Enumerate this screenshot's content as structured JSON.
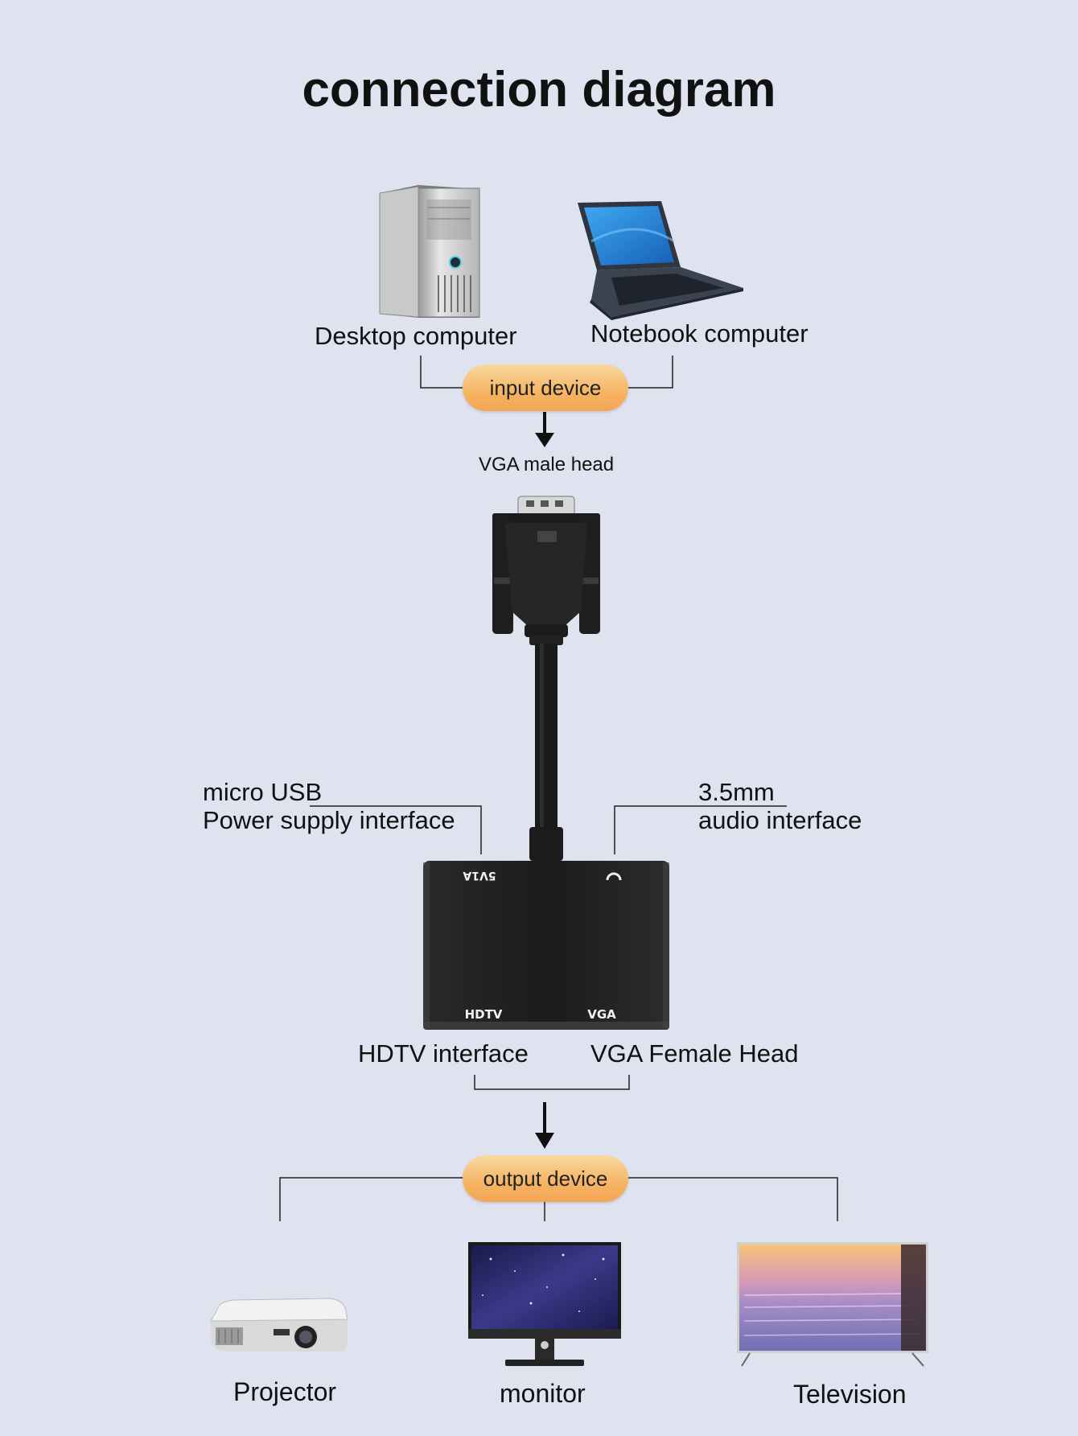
{
  "title": "connection diagram",
  "input": {
    "desktop_label": "Desktop computer",
    "notebook_label": "Notebook computer",
    "pill_label": "input device",
    "connector_label": "VGA male head"
  },
  "adapter": {
    "power_label_line1": "micro USB",
    "power_label_line2": "Power supply interface",
    "audio_label_line1": "3.5mm",
    "audio_label_line2": "audio interface",
    "port_label_power": "5V1A",
    "port_label_hdtv": "HDTV",
    "port_label_vga": "VGA",
    "hdtv_interface_label": "HDTV interface",
    "vga_female_label": "VGA Female Head"
  },
  "output": {
    "pill_label": "output device",
    "projector_label": "Projector",
    "monitor_label": "monitor",
    "television_label": "Television"
  },
  "colors": {
    "background": "#dfe3f0",
    "pill": "#f5b463",
    "line": "#222222"
  },
  "icons": [
    "desktop-tower-icon",
    "laptop-icon",
    "vga-connector-icon",
    "adapter-box-icon",
    "projector-icon",
    "monitor-icon",
    "television-icon"
  ]
}
